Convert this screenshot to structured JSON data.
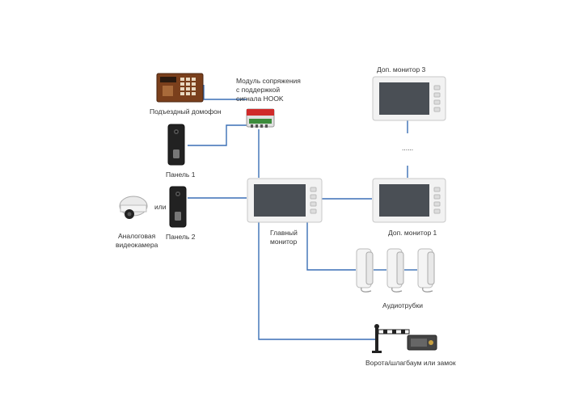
{
  "labels": {
    "entrance_intercom": "Подъездный домофон",
    "module_line1": "Модуль сопряжения",
    "module_line2": "с поддержкой",
    "module_line3": "сигнала HOOK",
    "panel1": "Панель 1",
    "or": "или",
    "camera_line1": "Аналоговая",
    "camera_line2": "видеокамера",
    "panel2": "Панель 2",
    "main_monitor_line1": "Главный",
    "main_monitor_line2": "монитор",
    "extra_monitor3": "Доп. монитор 3",
    "extra_monitor1": "Доп. монитор 1",
    "ellipsis": "......",
    "handsets": "Аудиотрубки",
    "gate": "Ворота/шлагбаум или замок"
  },
  "colors": {
    "wire": "#3a6fb5",
    "monitor_frame": "#f2f2f2",
    "screen": "#4a4f55",
    "panel_body": "#222222",
    "intercom_body": "#7a3f1c",
    "module_body": "#e0e0e0",
    "module_red": "#d02a2a"
  },
  "icons": {
    "intercom": "entrance-intercom-icon",
    "module": "interface-module-icon",
    "panel": "call-panel-icon",
    "camera": "dome-camera-icon",
    "monitor": "video-monitor-icon",
    "handset": "audio-handset-icon",
    "barrier": "barrier-icon",
    "lock": "electric-lock-icon"
  }
}
